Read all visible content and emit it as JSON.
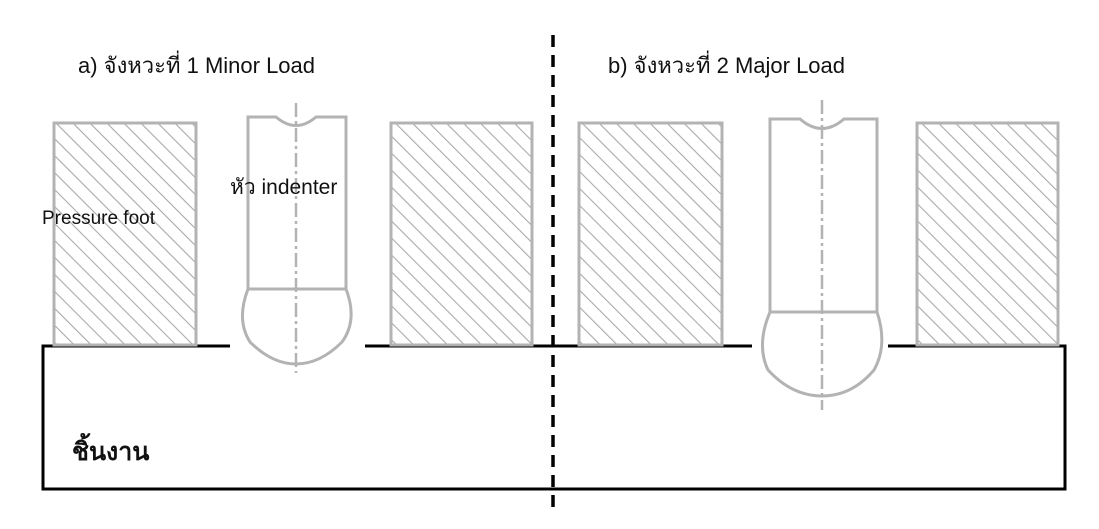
{
  "panel_a": {
    "title": "a) จังหวะที่ 1 Minor Load",
    "indenter_label": "หัว indenter",
    "foot_label": "Pressure foot"
  },
  "panel_b": {
    "title": "b) จังหวะที่ 2 Major Load"
  },
  "workpiece_label": "ชิ้นงาน",
  "colors": {
    "outline": "#b3b3b3",
    "workpiece": "#000000"
  }
}
